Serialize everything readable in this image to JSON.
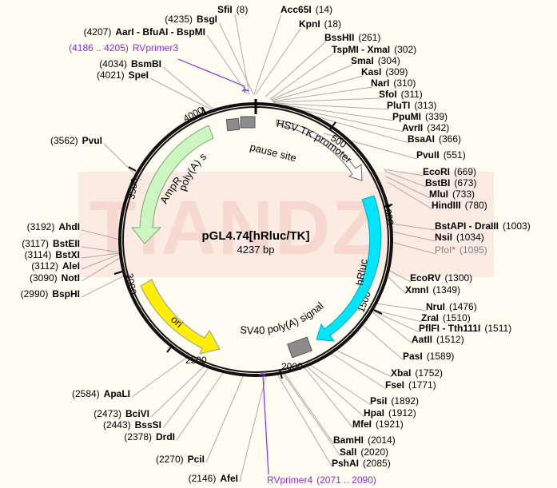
{
  "plasmid": {
    "name": "pGL4.74[hRluc/TK]",
    "length_label": "4237 bp"
  },
  "watermark": "TIANDZ",
  "colors": {
    "backbone": "#111111",
    "hrluc": "#00e5ff",
    "ori": "#ffee00",
    "ampr": "#ccf5c0",
    "hsv": "#ffffff",
    "signal": "#8c8c8c",
    "primer": "#8a2be2",
    "leader": "#aaaaaa"
  },
  "ticks": [
    "500",
    "1000",
    "1500",
    "2000",
    "2500",
    "3000",
    "3500",
    "4000"
  ],
  "features": {
    "hsv": "HSV TK promoter",
    "hrluc": "hRluc",
    "sv40": "SV40 poly(A) signal",
    "ori": "ori",
    "ampr": "AmpR",
    "polya": "poly(A) signal",
    "pause": "pause site"
  },
  "sites": [
    {
      "id": "sfi",
      "name": "SfiI",
      "pos": "(8)"
    },
    {
      "id": "acc",
      "name": "Acc65I",
      "pos": "(14)"
    },
    {
      "id": "kpn",
      "name": "KpnI",
      "pos": "(18)"
    },
    {
      "id": "bss",
      "name": "BssHII",
      "pos": "(261)"
    },
    {
      "id": "tsp",
      "name": "TspMI - XmaI",
      "pos": "(302)"
    },
    {
      "id": "sma",
      "name": "SmaI",
      "pos": "(304)"
    },
    {
      "id": "kas",
      "name": "KasI",
      "pos": "(309)"
    },
    {
      "id": "nar",
      "name": "NarI",
      "pos": "(310)"
    },
    {
      "id": "sfo",
      "name": "SfoI",
      "pos": "(311)"
    },
    {
      "id": "plu",
      "name": "PluTI",
      "pos": "(313)"
    },
    {
      "id": "ppu",
      "name": "PpuMI",
      "pos": "(339)"
    },
    {
      "id": "avr",
      "name": "AvrII",
      "pos": "(342)"
    },
    {
      "id": "bsaa",
      "name": "BsaAI",
      "pos": "(366)"
    },
    {
      "id": "pvu2",
      "name": "PvuII",
      "pos": "(551)"
    },
    {
      "id": "ecori",
      "name": "EcoRI",
      "pos": "(669)"
    },
    {
      "id": "bstbi",
      "name": "BstBI",
      "pos": "(673)"
    },
    {
      "id": "mlu",
      "name": "MluI",
      "pos": "(733)"
    },
    {
      "id": "hind",
      "name": "HindIII",
      "pos": "(780)"
    },
    {
      "id": "bstapi",
      "name": "BstAPI - DraIII",
      "pos": "(1003)"
    },
    {
      "id": "nsi",
      "name": "NsiI",
      "pos": "(1034)"
    },
    {
      "id": "pfo",
      "name": "PfoI*",
      "pos": "(1095)",
      "gray": true
    },
    {
      "id": "ecorv",
      "name": "EcoRV",
      "pos": "(1300)"
    },
    {
      "id": "xmn",
      "name": "XmnI",
      "pos": "(1349)"
    },
    {
      "id": "nru",
      "name": "NruI",
      "pos": "(1476)"
    },
    {
      "id": "zra",
      "name": "ZraI",
      "pos": "(1510)"
    },
    {
      "id": "pflfi",
      "name": "PflFI - Tth111I",
      "pos": "(1511)"
    },
    {
      "id": "aat",
      "name": "AatII",
      "pos": "(1512)"
    },
    {
      "id": "pas",
      "name": "PasI",
      "pos": "(1589)"
    },
    {
      "id": "xba",
      "name": "XbaI",
      "pos": "(1752)"
    },
    {
      "id": "fse",
      "name": "FseI",
      "pos": "(1771)"
    },
    {
      "id": "psi",
      "name": "PsiI",
      "pos": "(1892)"
    },
    {
      "id": "hpa",
      "name": "HpaI",
      "pos": "(1912)"
    },
    {
      "id": "mfe",
      "name": "MfeI",
      "pos": "(1921)"
    },
    {
      "id": "bamhi",
      "name": "BamHI",
      "pos": "(2014)"
    },
    {
      "id": "sal",
      "name": "SalI",
      "pos": "(2020)"
    },
    {
      "id": "psha",
      "name": "PshAI",
      "pos": "(2085)"
    },
    {
      "id": "afe",
      "name": "AfeI",
      "pos": "(2146)"
    },
    {
      "id": "pci",
      "name": "PciI",
      "pos": "(2270)"
    },
    {
      "id": "drd",
      "name": "DrdI",
      "pos": "(2378)"
    },
    {
      "id": "bsss",
      "name": "BssSI",
      "pos": "(2443)"
    },
    {
      "id": "bciv",
      "name": "BciVI",
      "pos": "(2473)"
    },
    {
      "id": "apal",
      "name": "ApaLI",
      "pos": "(2584)"
    },
    {
      "id": "bsph",
      "name": "BspHI",
      "pos": "(2990)"
    },
    {
      "id": "not",
      "name": "NotI",
      "pos": "(3090)"
    },
    {
      "id": "ale",
      "name": "AleI",
      "pos": "(3112)"
    },
    {
      "id": "bstx",
      "name": "BstXI",
      "pos": "(3114)"
    },
    {
      "id": "bste",
      "name": "BstEII",
      "pos": "(3117)"
    },
    {
      "id": "ahd",
      "name": "AhdI",
      "pos": "(3192)"
    },
    {
      "id": "pvu1",
      "name": "PvuI",
      "pos": "(3562)"
    },
    {
      "id": "spe",
      "name": "SpeI",
      "pos": "(4021)"
    },
    {
      "id": "bsmb",
      "name": "BsmBI",
      "pos": "(4034)"
    },
    {
      "id": "aar",
      "name": "AarI - BfuAI - BspMI",
      "pos": "(4207)"
    },
    {
      "id": "bsg",
      "name": "BsgI",
      "pos": "(4235)"
    }
  ],
  "primers": [
    {
      "id": "rv3",
      "name": "RVprimer3",
      "range": "(4186 .. 4205)"
    },
    {
      "id": "rv4",
      "name": "RVprimer4",
      "range": "(2071 .. 2090)"
    }
  ]
}
